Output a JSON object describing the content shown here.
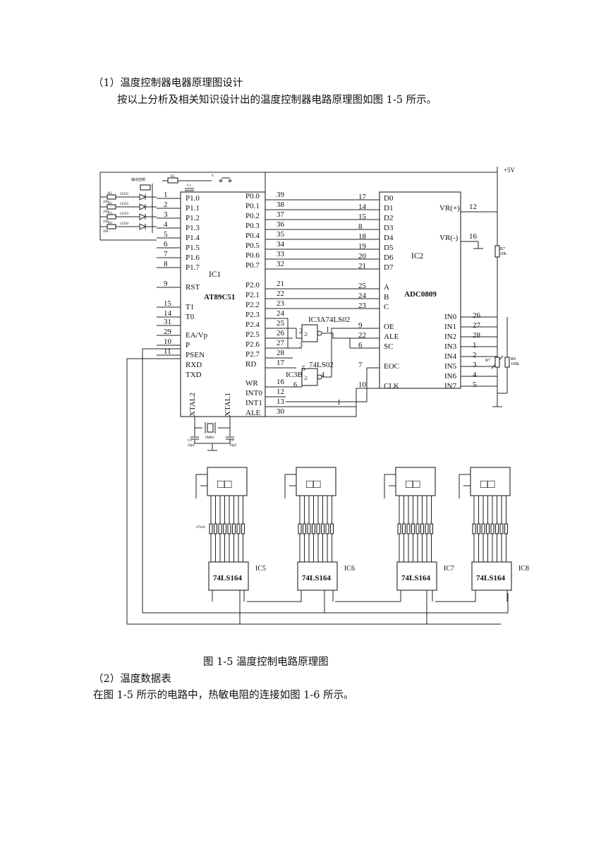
{
  "doc": {
    "heading1": "（1）温度控制器电器原理图设计",
    "para1": "按以上分析及相关知识设计出的温度控制器电路原理图如图 1-5 所示。",
    "caption": "图 1-5  温度控制电路原理图",
    "heading2": "（2）温度数据表",
    "para2": "在图 1-5 所示的电路中，热敏电阻的连接如图 1-6 所示。"
  },
  "schematic": {
    "ic1": {
      "ref": "IC1",
      "part": "AT89C51",
      "left_pins": [
        {
          "num": "1",
          "name": "P1.0"
        },
        {
          "num": "2",
          "name": "P1.1"
        },
        {
          "num": "3",
          "name": "P1.2"
        },
        {
          "num": "4",
          "name": "P1.3"
        },
        {
          "num": "5",
          "name": "P1.4"
        },
        {
          "num": "6",
          "name": "P1.5"
        },
        {
          "num": "7",
          "name": "P1.6"
        },
        {
          "num": "8",
          "name": "P1.7"
        },
        {
          "num": "9",
          "name": "RST"
        },
        {
          "num": "15",
          "name": "T1"
        },
        {
          "num": "14",
          "name": "T0"
        },
        {
          "num": "31",
          "name": ""
        },
        {
          "num": "29",
          "name": "EA/Vp"
        },
        {
          "num": "10",
          "name": "P"
        },
        {
          "num": "11",
          "name": "PSEN"
        },
        {
          "num": "",
          "name": "RXD"
        },
        {
          "num": "",
          "name": "TXD"
        }
      ],
      "right_pins": [
        {
          "num": "39",
          "name": "P0.0"
        },
        {
          "num": "38",
          "name": "P0.1"
        },
        {
          "num": "37",
          "name": "P0.2"
        },
        {
          "num": "36",
          "name": "P0.3"
        },
        {
          "num": "35",
          "name": "P0.4"
        },
        {
          "num": "34",
          "name": "P0.5"
        },
        {
          "num": "33",
          "name": "P0.6"
        },
        {
          "num": "32",
          "name": "P0.7"
        },
        {
          "num": "",
          "name": ""
        },
        {
          "num": "21",
          "name": "P2.0"
        },
        {
          "num": "22",
          "name": "P2.1"
        },
        {
          "num": "23",
          "name": "P2.2"
        },
        {
          "num": "24",
          "name": "P2.3"
        },
        {
          "num": "25",
          "name": "P2.4"
        },
        {
          "num": "26",
          "name": "P2.5"
        },
        {
          "num": "27",
          "name": "P2.6"
        },
        {
          "num": "28",
          "name": "P2.7"
        },
        {
          "num": "17",
          "name": "RD"
        },
        {
          "num": "16",
          "name": "WR"
        },
        {
          "num": "12",
          "name": "INT0"
        },
        {
          "num": "13",
          "name": "INT1"
        },
        {
          "num": "30",
          "name": "ALE"
        }
      ],
      "xtal_labels": [
        "XTAL2",
        "XTAL1"
      ]
    },
    "ic2": {
      "ref": "IC2",
      "part": "ADC0809",
      "left_pins": [
        {
          "num": "17",
          "name": "D0"
        },
        {
          "num": "14",
          "name": "D1"
        },
        {
          "num": "15",
          "name": "D2"
        },
        {
          "num": "8",
          "name": "D3"
        },
        {
          "num": "18",
          "name": "D4"
        },
        {
          "num": "19",
          "name": "D5"
        },
        {
          "num": "20",
          "name": "D6"
        },
        {
          "num": "21",
          "name": "D7"
        },
        {
          "num": "",
          "name": ""
        },
        {
          "num": "25",
          "name": "A"
        },
        {
          "num": "24",
          "name": "B"
        },
        {
          "num": "23",
          "name": "C"
        },
        {
          "num": "",
          "name": ""
        },
        {
          "num": "9",
          "name": "OE"
        },
        {
          "num": "22",
          "name": "ALE"
        },
        {
          "num": "6",
          "name": "SC"
        },
        {
          "num": "",
          "name": ""
        },
        {
          "num": "7",
          "name": "EOC"
        },
        {
          "num": "",
          "name": ""
        },
        {
          "num": "10",
          "name": "CLK"
        }
      ],
      "ref_pins": [
        {
          "num": "12",
          "name": "VR(+)"
        },
        {
          "num": "16",
          "name": "VR(-)"
        }
      ],
      "in_pins": [
        {
          "num": "26",
          "name": "IN0"
        },
        {
          "num": "27",
          "name": "IN1"
        },
        {
          "num": "28",
          "name": "IN2"
        },
        {
          "num": "1",
          "name": "IN3"
        },
        {
          "num": "2",
          "name": "IN4"
        },
        {
          "num": "3",
          "name": "IN5"
        },
        {
          "num": "4",
          "name": "IN6"
        },
        {
          "num": "5",
          "name": "IN7"
        }
      ]
    },
    "ic3a": "IC3A74LS02",
    "ic3b_ref": "IC3B",
    "ic3b_part": "74LS02",
    "gate_a_pins": [
      "2",
      "3",
      "1"
    ],
    "gate_b_pins": [
      "5",
      "6",
      "4"
    ],
    "net_labels": {
      "int1_pin": "1"
    },
    "power": "+5V",
    "small": {
      "out_ctrl": "输出控制",
      "r5": "R5",
      "c1": "C1",
      "sw": "S",
      "r1": "R1",
      "r2": "R2",
      "r3": "R3",
      "r4": "R4",
      "r_val": "200",
      "led1": "LED1",
      "led2": "LED2",
      "led3": "LED3",
      "led4": "LED4",
      "r7a": "R7",
      "r7a_val": "20k",
      "r7b": "R7",
      "r8": "R8",
      "r8_val": "100k",
      "crystal": "6MHz",
      "c2": "C2",
      "c2_val": "30pF",
      "c3": "C3",
      "c3_val": "30pF",
      "res_array": "470x8"
    },
    "drivers": [
      {
        "ref": "IC5",
        "part": "74LS164"
      },
      {
        "ref": "IC6",
        "part": "74LS164"
      },
      {
        "ref": "IC7",
        "part": "74LS164"
      },
      {
        "ref": "IC8",
        "part": "74LS164"
      }
    ]
  }
}
